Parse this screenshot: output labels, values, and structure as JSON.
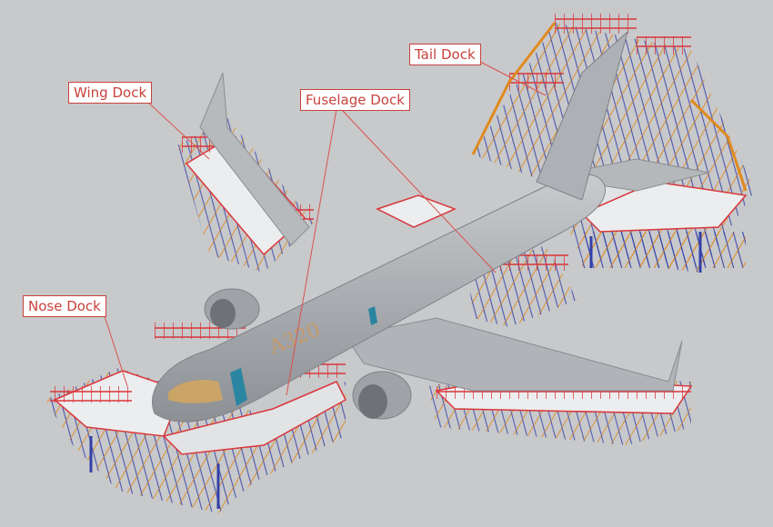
{
  "labels": {
    "wing_dock": "Wing Dock",
    "fuselage_dock": "Fuselage Dock",
    "tail_dock": "Tail Dock",
    "nose_dock": "Nose Dock"
  },
  "aircraft": {
    "fuselage_marking": "A320"
  },
  "colors": {
    "background": "#c8c9cb",
    "label_border": "#c8423c",
    "label_text": "#c8423c",
    "aircraft_body": "#a9acb0",
    "dock_frame": "#e08a1e",
    "dock_railing": "#d9363a",
    "dock_support": "#3340a8",
    "platform_floor": "#ecedee",
    "nose_accent": "#2a86a0",
    "cockpit_glass": "#d8a85a"
  }
}
